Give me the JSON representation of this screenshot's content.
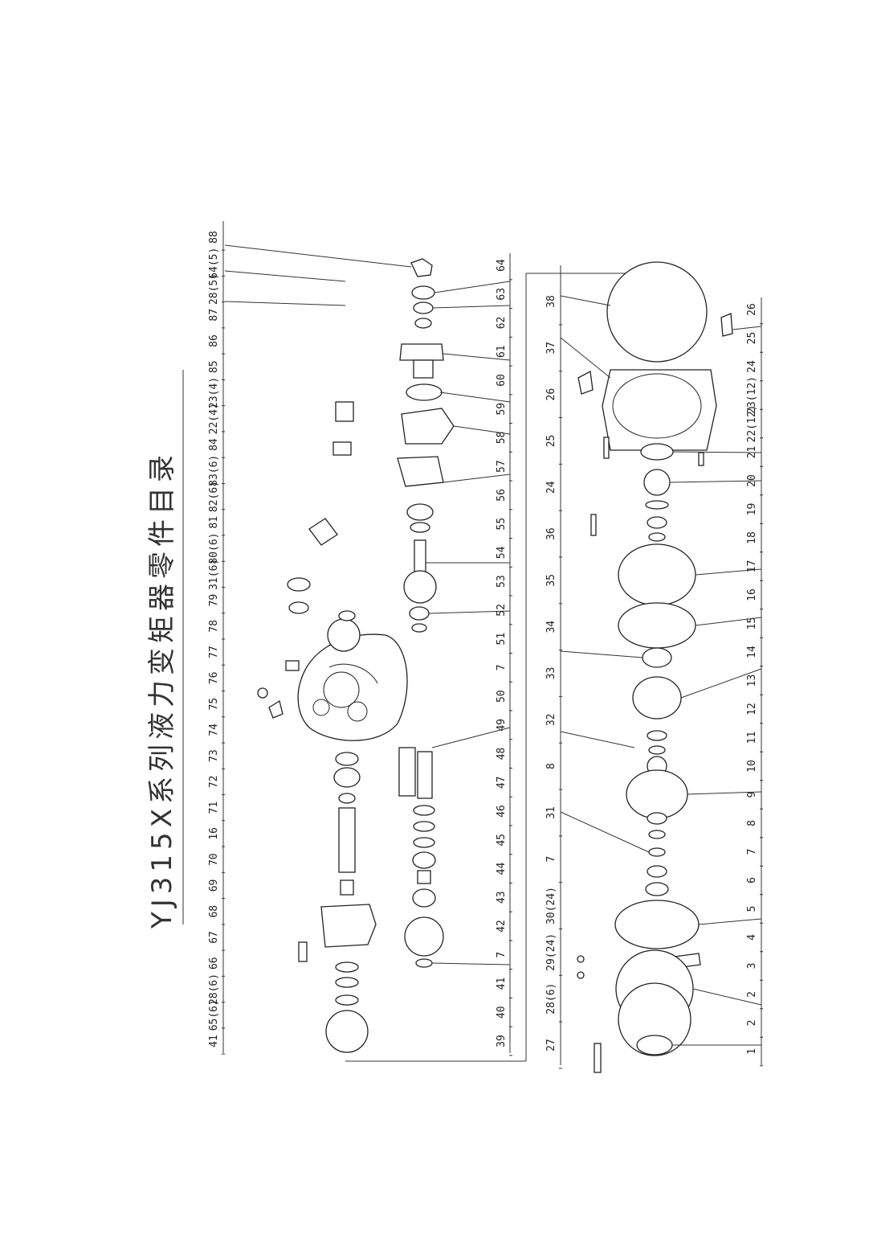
{
  "title": "YJ315X系列液力变矩器零件目录",
  "callouts_top": [
    "88",
    "64(5)",
    "28(5)",
    "87",
    "86",
    "85",
    "23(4)",
    "22(4)",
    "84",
    "83(6)",
    "82(6)",
    "81",
    "80(6)",
    "31(6)",
    "79",
    "78",
    "77",
    "76",
    "75",
    "74",
    "73",
    "72",
    "71",
    "16",
    "70",
    "69",
    "68",
    "67",
    "66",
    "28(6)",
    "65(6)",
    "41"
  ],
  "callouts_mid": [
    "64",
    "63",
    "62",
    "61",
    "60",
    "59",
    "58",
    "57",
    "56",
    "55",
    "54",
    "53",
    "52",
    "51",
    "7",
    "50",
    "49",
    "48",
    "47",
    "46",
    "45",
    "44",
    "43",
    "42",
    "7",
    "41",
    "40",
    "39"
  ],
  "callouts_lower": [
    "38",
    "37",
    "26",
    "25",
    "24",
    "36",
    "35",
    "34",
    "33",
    "32",
    "8",
    "31",
    "7",
    "30(24)",
    "29(24)",
    "28(6)",
    "27"
  ],
  "callouts_bottom": [
    "26",
    "25",
    "24",
    "23(12)",
    "22(12)",
    "21",
    "20",
    "19",
    "18",
    "17",
    "16",
    "15",
    "14",
    "13",
    "12",
    "11",
    "10",
    "9",
    "8",
    "7",
    "6",
    "5",
    "4",
    "3",
    "2",
    "2",
    "1"
  ]
}
